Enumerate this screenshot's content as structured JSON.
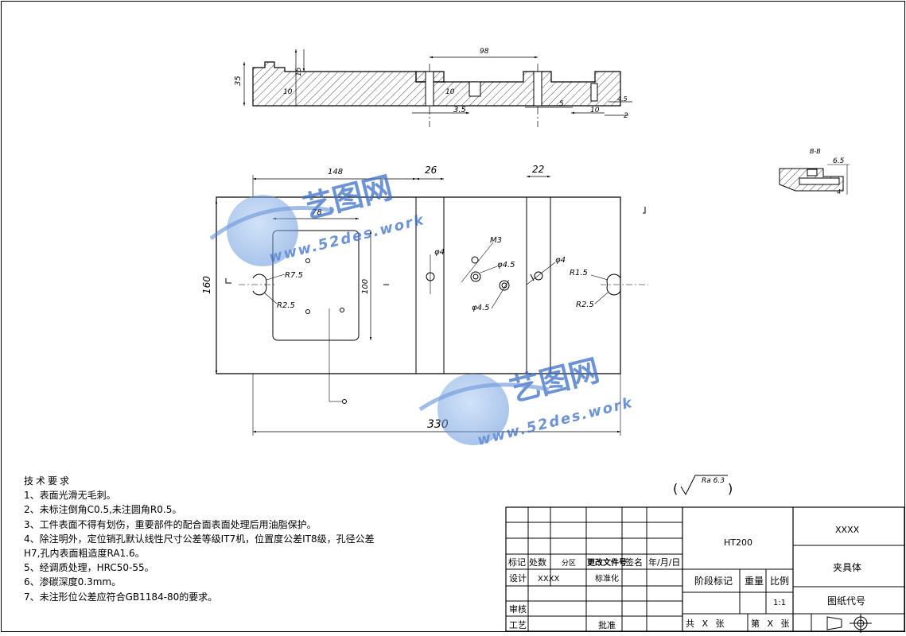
{
  "tech_requirements": {
    "title": "技术要求",
    "items": [
      "1、表面光滑无毛刺。",
      "2、未标注倒角C0.5,未注圆角R0.5。",
      "3、工件表面不得有划伤，重要部件的配合面表面处理后用油脂保护。",
      "4、除注明外，定位销孔默认线性尺寸公差等级IT7机，位置度公差IT8级，孔径公差",
      "H7,孔内表面粗造度RA1.6。",
      "5、经调质处理，HRC50-55。",
      "6、渗碳深度0.3mm。",
      "7、未注形位公差应符合GB1184-80的要求。"
    ]
  },
  "roughness": {
    "value": "Ra 6.3"
  },
  "watermark": {
    "text_cn": "艺图网",
    "text_url": "www.52des.work"
  },
  "side_view": {
    "dims": {
      "overall_height": "35",
      "step": "15",
      "left_offset": "10",
      "hole_spacing": "98",
      "hole_dist": "10",
      "hole_width": "3.5",
      "dist_5": "5",
      "dist_10": "10",
      "dist_2": "2",
      "dist_4_5": "4.5"
    }
  },
  "section_bb": {
    "label": "B-B",
    "dim_top": "6.5",
    "dim_side": "4"
  },
  "plan_view": {
    "dims": {
      "length_148": "148",
      "width_26": "26",
      "width_22": "22",
      "inner_78": "78",
      "inner_100": "100",
      "height_160": "160",
      "total_330": "330",
      "r7_5_left": "R7.5",
      "r2_5_left": "R2.5",
      "r1_5_right": "R1.5",
      "r2_5_right": "R2.5",
      "m3": "M3",
      "phi4_a": "φ4",
      "phi4_5_a": "φ4.5",
      "phi4_5_b": "φ4.5",
      "phi4_b": "φ4"
    }
  },
  "title_block": {
    "material": "HT200",
    "company": "XXXX",
    "part_name": "夹具体",
    "drawing_code_label": "图纸代号",
    "scale_label": "比例",
    "scale_value": "1:1",
    "weight_label": "重量",
    "stage_label": "阶段标记",
    "mark_label": "标记",
    "qty_label": "处数",
    "zone_label": "分区",
    "change_doc_label": "更改文件号",
    "sign_label": "签名",
    "date_label": "年/月/日",
    "design_label": "设计",
    "designer": "XXXX",
    "standard_label": "标准化",
    "review_label": "审核",
    "process_label": "工艺",
    "approve_label": "批准",
    "sheets_total": "共 X 张",
    "sheet_no": "第 X 张"
  }
}
